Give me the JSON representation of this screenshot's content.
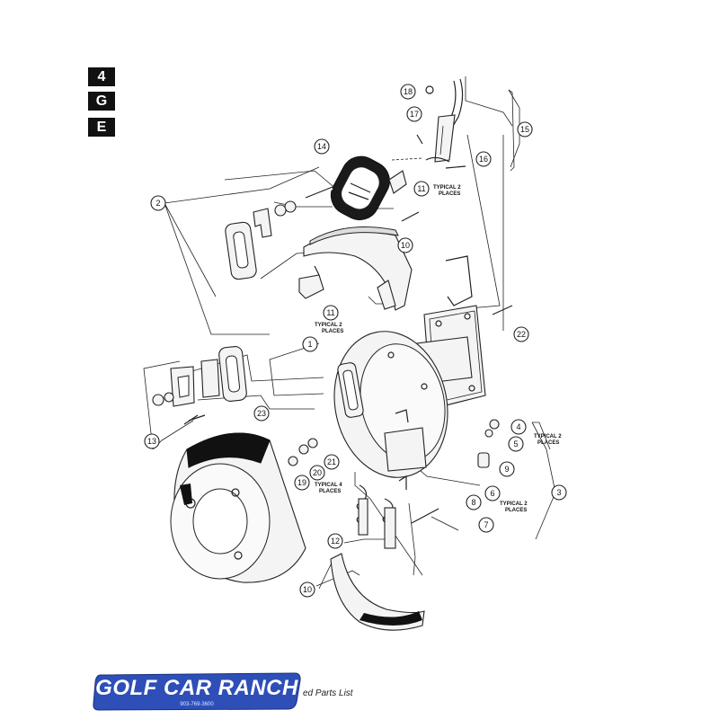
{
  "section_tab": [
    "4",
    "G",
    "E"
  ],
  "callouts": [
    {
      "id": "c1",
      "label": "1"
    },
    {
      "id": "c2",
      "label": "2"
    },
    {
      "id": "c3",
      "label": "3"
    },
    {
      "id": "c4",
      "label": "4"
    },
    {
      "id": "c5",
      "label": "5"
    },
    {
      "id": "c6",
      "label": "6"
    },
    {
      "id": "c7",
      "label": "7"
    },
    {
      "id": "c8",
      "label": "8"
    },
    {
      "id": "c9",
      "label": "9"
    },
    {
      "id": "c10a",
      "label": "10"
    },
    {
      "id": "c10b",
      "label": "10"
    },
    {
      "id": "c11a",
      "label": "11"
    },
    {
      "id": "c11b",
      "label": "11"
    },
    {
      "id": "c12",
      "label": "12"
    },
    {
      "id": "c13",
      "label": "13"
    },
    {
      "id": "c14",
      "label": "14"
    },
    {
      "id": "c15",
      "label": "15"
    },
    {
      "id": "c16",
      "label": "16"
    },
    {
      "id": "c17",
      "label": "17"
    },
    {
      "id": "c18",
      "label": "18"
    },
    {
      "id": "c19",
      "label": "19"
    },
    {
      "id": "c20",
      "label": "20"
    },
    {
      "id": "c21",
      "label": "21"
    },
    {
      "id": "c22",
      "label": "22"
    },
    {
      "id": "c23",
      "label": "23"
    }
  ],
  "notes": {
    "typical_2_places_a": [
      "TYPICAL 2",
      "PLACES"
    ],
    "typical_2_places_b": [
      "TYPICAL 2",
      "PLACES"
    ],
    "typical_2_places_c": [
      "TYPICAL 2",
      "PLACES"
    ],
    "typical_2_places_d": [
      "TYPICAL 2",
      "PLACES"
    ],
    "typical_4_places": [
      "TYPICAL 4",
      "PLACES"
    ]
  },
  "logo": {
    "name": "GOLF CAR RANCH",
    "phone": "903-769-3600",
    "brand_color": "#2e4fb8"
  },
  "footer_caption": "ed Parts List"
}
